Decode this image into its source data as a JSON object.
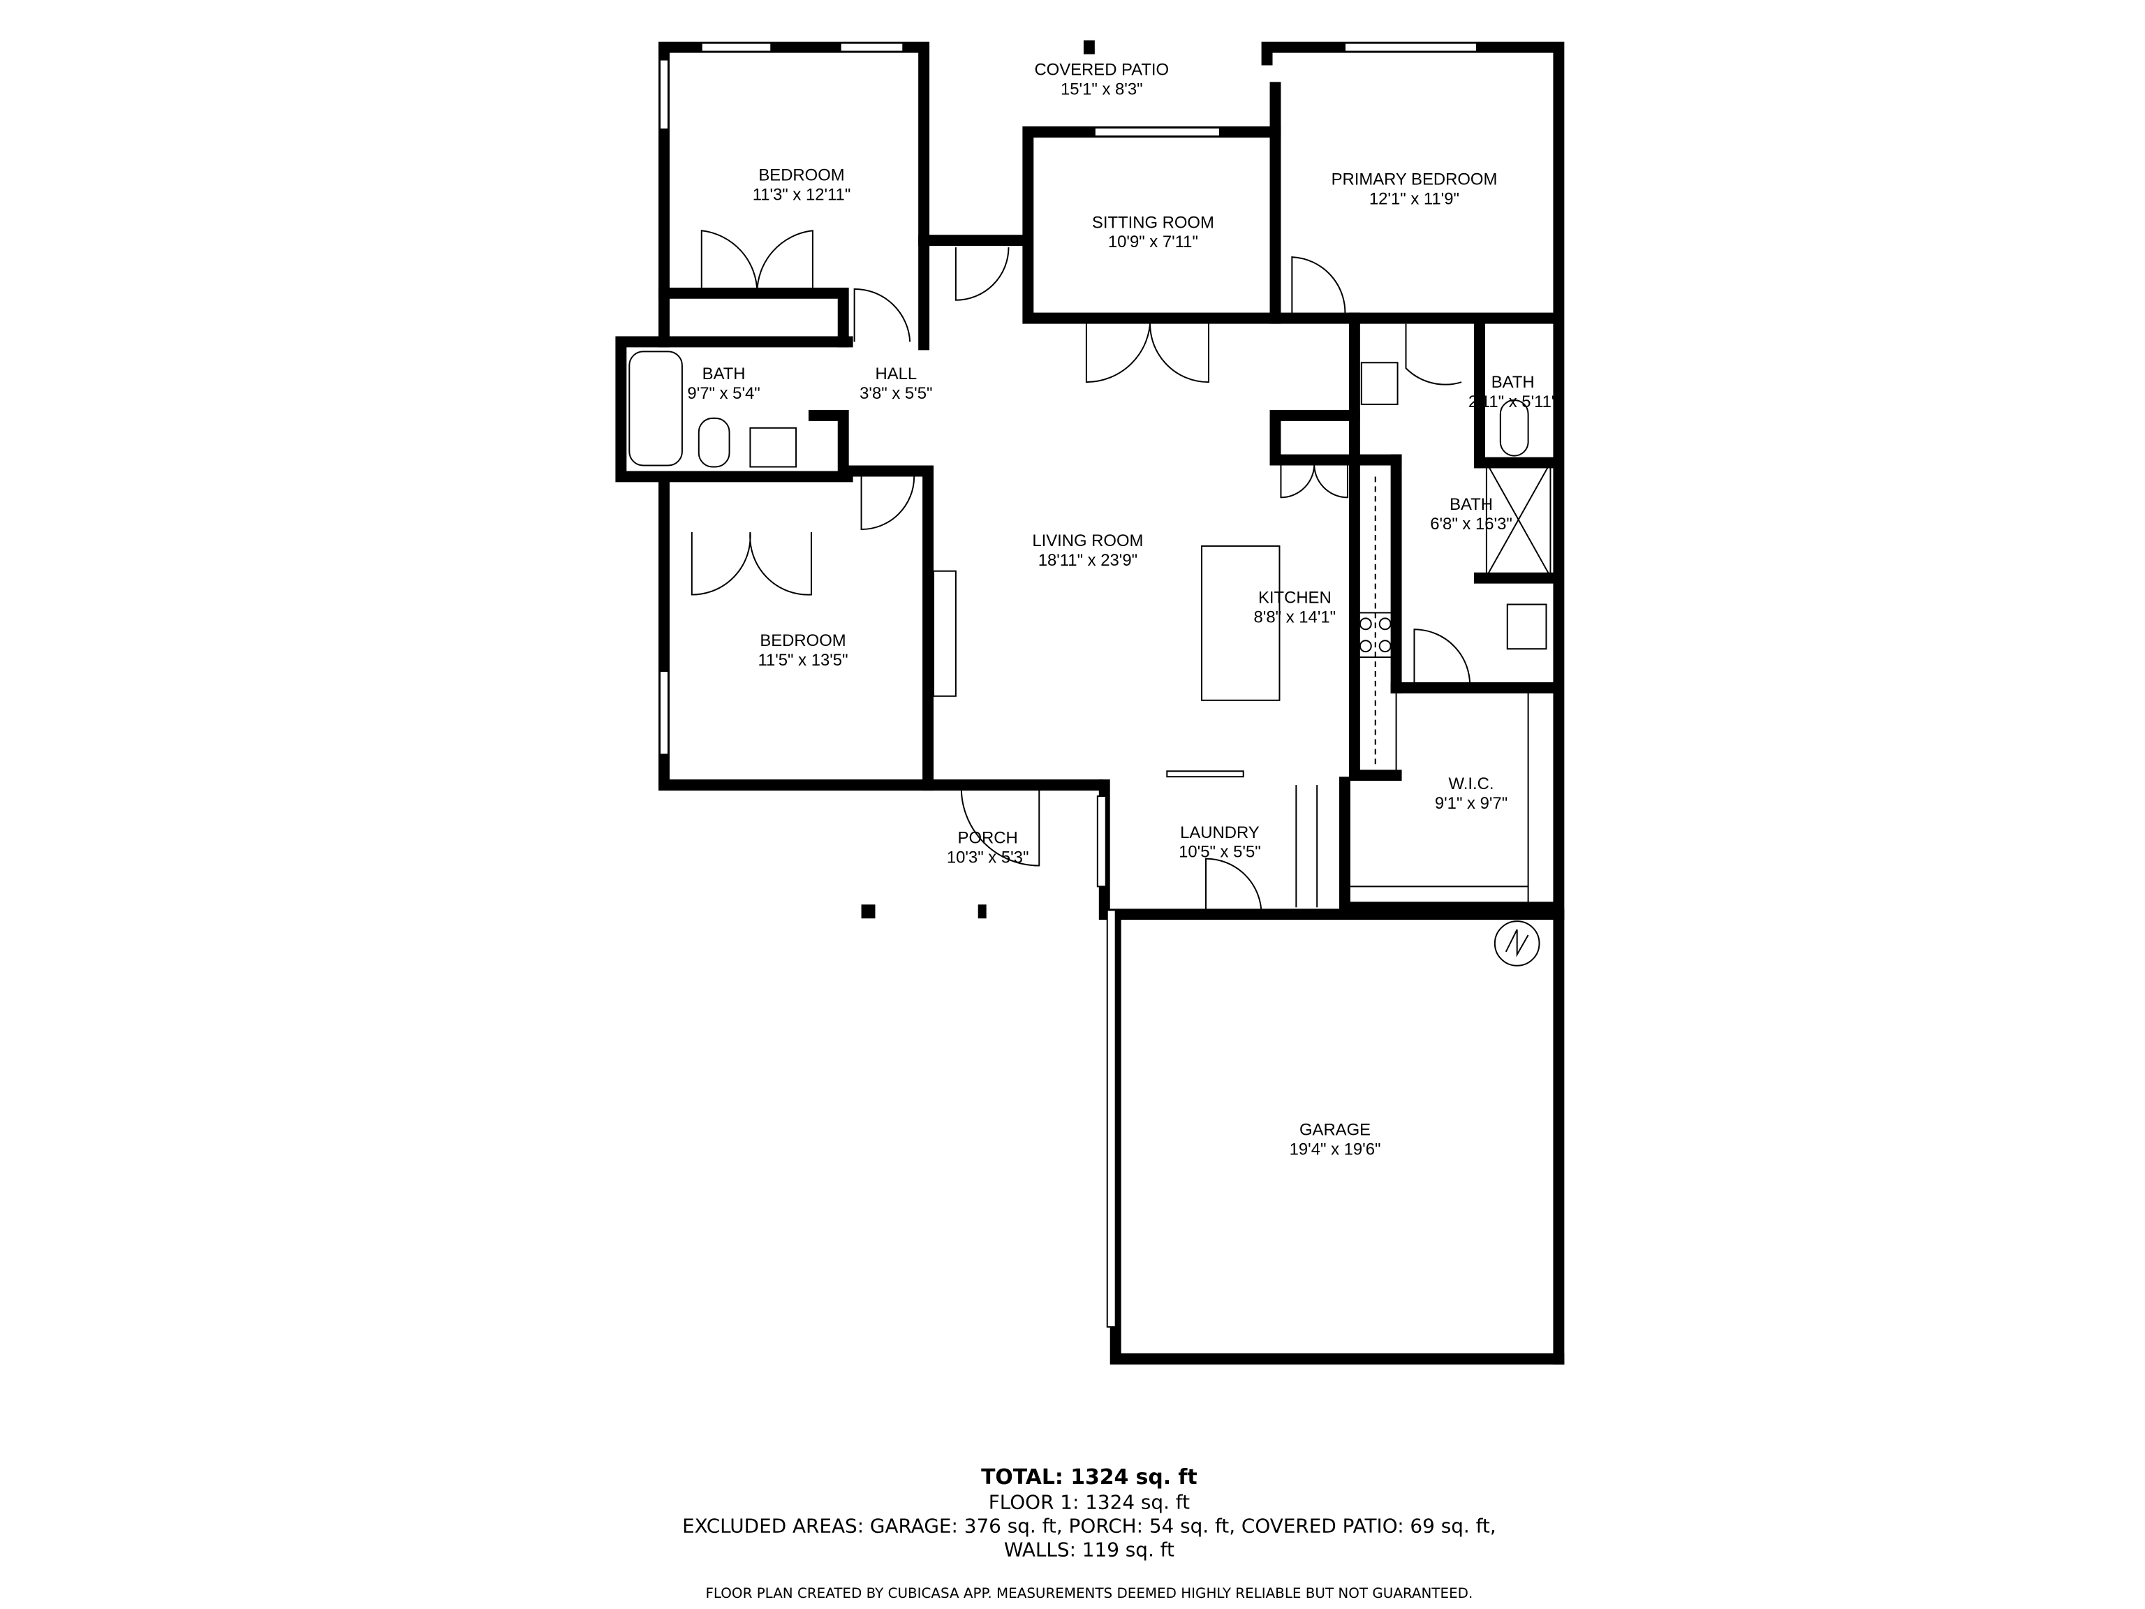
{
  "rooms": [
    {
      "name": "COVERED PATIO",
      "size": "15'1\" x 8'3\""
    },
    {
      "name": "BEDROOM",
      "size": "11'3\" x 12'11\""
    },
    {
      "name": "SITTING ROOM",
      "size": "10'9\" x 7'11\""
    },
    {
      "name": "PRIMARY BEDROOM",
      "size": "12'1\" x 11'9\""
    },
    {
      "name": "BATH",
      "size": "9'7\" x 5'4\""
    },
    {
      "name": "HALL",
      "size": "3'8\" x 5'5\""
    },
    {
      "name": "BATH",
      "size": "2'11\" x 5'11\""
    },
    {
      "name": "BATH",
      "size": "6'8\" x 16'3\""
    },
    {
      "name": "LIVING ROOM",
      "size": "18'11\" x 23'9\""
    },
    {
      "name": "KITCHEN",
      "size": "8'8\" x 14'1\""
    },
    {
      "name": "BEDROOM",
      "size": "11'5\" x 13'5\""
    },
    {
      "name": "W.I.C.",
      "size": "9'1\" x 9'7\""
    },
    {
      "name": "PORCH",
      "size": "10'3\" x 5'3\""
    },
    {
      "name": "LAUNDRY",
      "size": "10'5\" x 5'5\""
    },
    {
      "name": "GARAGE",
      "size": "19'4\" x 19'6\""
    }
  ],
  "summary": {
    "total": "TOTAL: 1324 sq. ft",
    "floor": "FLOOR 1: 1324 sq. ft",
    "excluded": "EXCLUDED AREAS: GARAGE: 376 sq. ft, PORCH: 54 sq. ft, COVERED PATIO: 69 sq. ft,",
    "walls": "WALLS: 119 sq. ft",
    "disclaimer": "FLOOR PLAN CREATED BY CUBICASA APP. MEASUREMENTS DEEMED HIGHLY RELIABLE BUT NOT GUARANTEED."
  },
  "icons": {
    "compass": "north-arrow-icon"
  }
}
